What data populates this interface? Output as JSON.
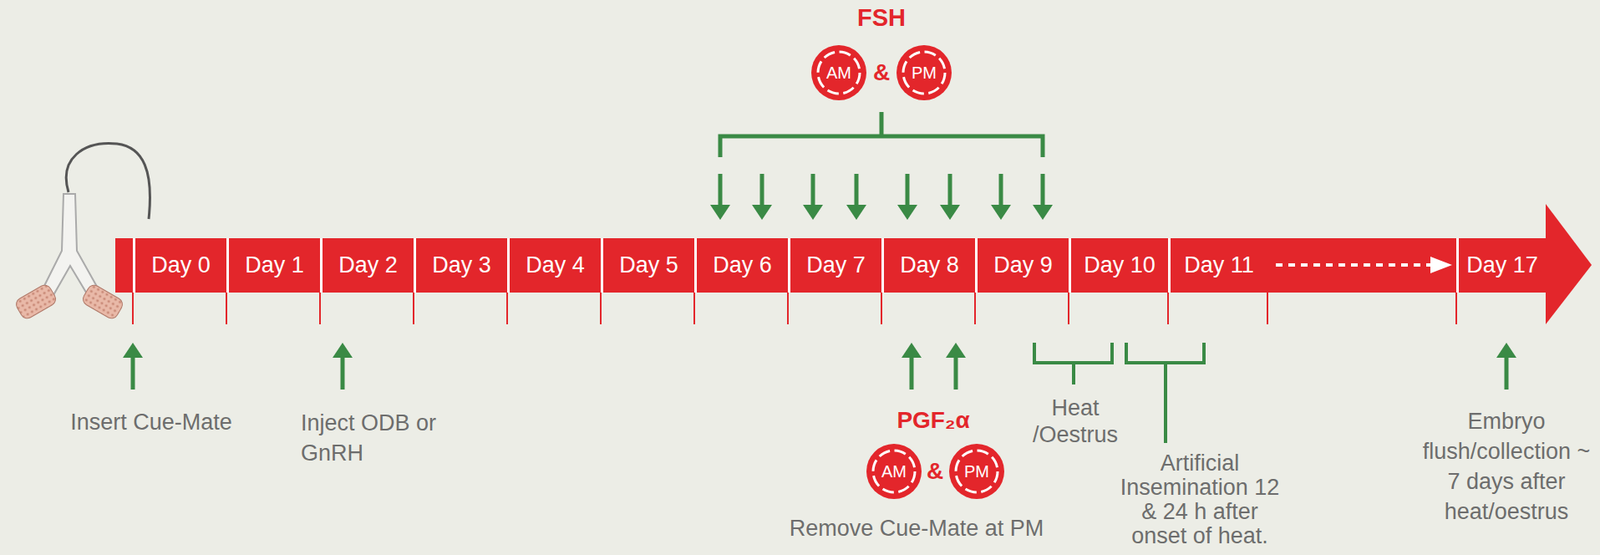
{
  "diagram": {
    "nodes": [
      {
        "text": [
          "Day 0"
        ]
      },
      {
        "text": [
          "Day 1"
        ]
      },
      {
        "text": [
          "Day 2"
        ]
      },
      {
        "text": [
          "Day 3"
        ]
      },
      {
        "text": [
          "Day 4"
        ]
      },
      {
        "text": [
          "Day 5"
        ]
      },
      {
        "text": [
          "Day 6"
        ]
      },
      {
        "text": [
          "Day 7"
        ]
      },
      {
        "text": [
          "Day 8"
        ]
      },
      {
        "text": [
          "Day 9"
        ]
      },
      {
        "text": [
          "Day 10"
        ]
      },
      {
        "text": [
          "Day 11"
        ]
      },
      {
        "text": [
          "Day 17"
        ]
      },
      {
        "text": [
          "AM"
        ]
      },
      {
        "text": [
          "PM"
        ]
      },
      {
        "text": [
          "AM"
        ]
      },
      {
        "text": [
          "PM"
        ]
      }
    ],
    "labels": [
      "FSH",
      "&",
      "Insert Cue-Mate",
      "Inject ODB or GnRH",
      "PGF₂α",
      "&",
      "Remove Cue-Mate at PM",
      "Heat /Oestrus",
      "Artificial Insemination 12 & 24 h after onset of heat.",
      "Embryo flush/collection ~ 7 days after heat/oestrus"
    ]
  }
}
